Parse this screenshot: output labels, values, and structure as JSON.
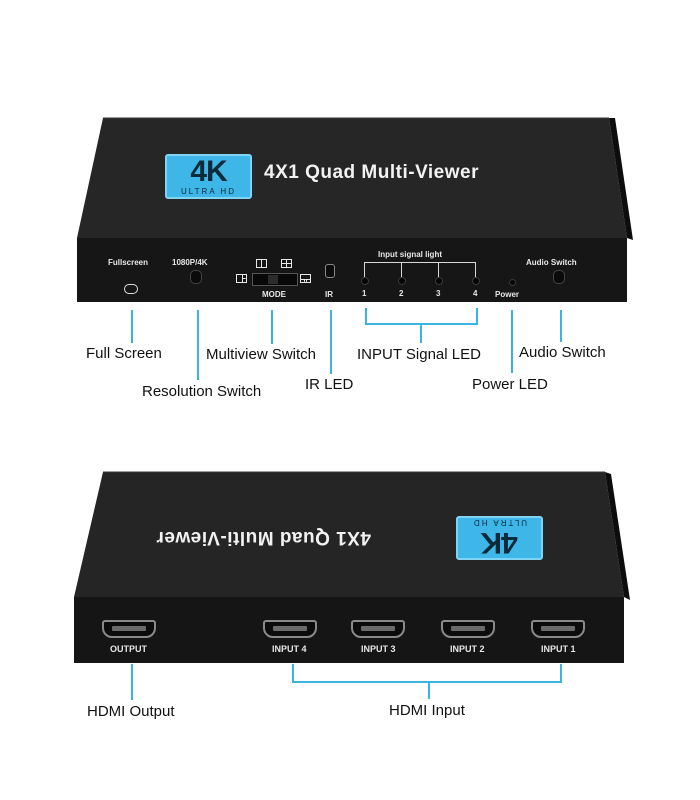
{
  "front_view": {
    "badge": {
      "big": "4K",
      "small": "ULTRA HD"
    },
    "title": "4X1 Quad Multi-Viewer",
    "panel": {
      "fullscreen": "Fullscreen",
      "resolution": "1080P/4K",
      "mode": "MODE",
      "ir": "IR",
      "input_signal_light": "Input signal light",
      "led_numbers": [
        "1",
        "2",
        "3",
        "4"
      ],
      "power": "Power",
      "audio_switch": "Audio Switch"
    },
    "captions": {
      "full_screen": "Full Screen",
      "resolution_switch": "Resolution Switch",
      "multiview_switch": "Multiview Switch",
      "ir_led": "IR LED",
      "input_signal_led": "INPUT Signal LED",
      "power_led": "Power LED",
      "audio_switch": "Audio Switch"
    }
  },
  "rear_view": {
    "badge": {
      "big": "4K",
      "small": "ULTRA HD"
    },
    "title": "4X1 Quad Multi-Viewer",
    "ports": {
      "output": "OUTPUT",
      "input4": "INPUT 4",
      "input3": "INPUT 3",
      "input2": "INPUT 2",
      "input1": "INPUT 1"
    },
    "captions": {
      "hdmi_output": "HDMI Output",
      "hdmi_input": "HDMI Input"
    }
  },
  "colors": {
    "accent": "#3bb4e0",
    "badge": "#3fb6e8",
    "device": "#1c1c1c"
  }
}
